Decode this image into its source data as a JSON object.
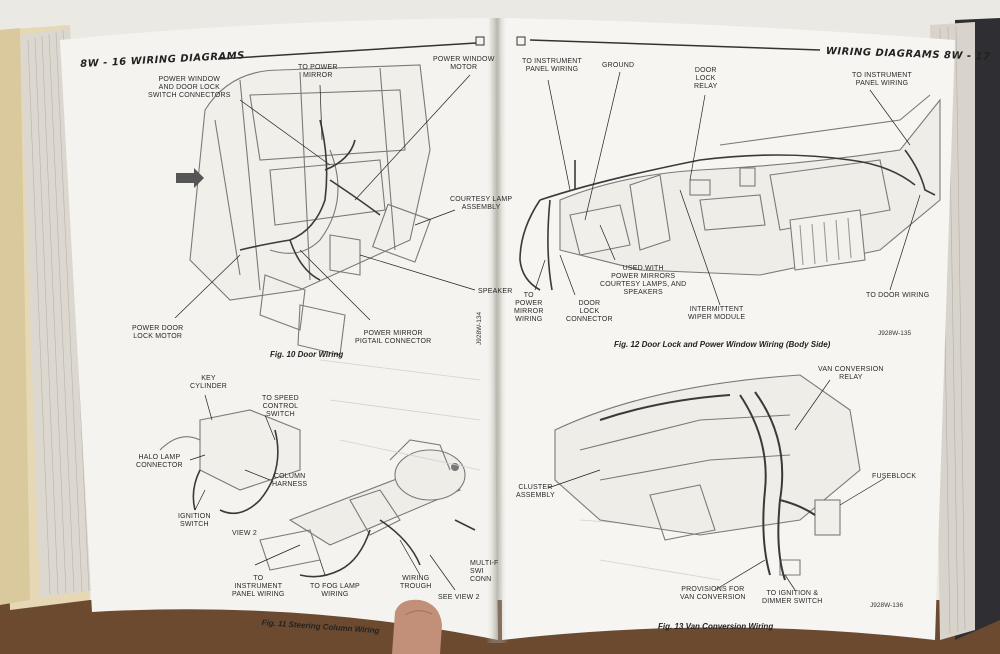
{
  "left_page": {
    "header": "8W - 16    WIRING DIAGRAMS",
    "fig10": {
      "caption": "Fig. 10 Door Wiring",
      "code": "J928W-134",
      "labels": {
        "pw_connectors": "POWER WINDOW\nAND DOOR LOCK\nSWITCH CONNECTORS",
        "to_power_mirror": "TO POWER\nMIRROR",
        "pw_motor": "POWER WINDOW\nMOTOR",
        "courtesy_lamp": "COURTESY LAMP\nASSEMBLY",
        "speaker": "SPEAKER",
        "pdl_motor": "POWER DOOR\nLOCK MOTOR",
        "pm_pigtail": "POWER MIRROR\nPIGTAIL CONNECTOR"
      }
    },
    "fig11": {
      "caption": "Fig. 11 Steering Column Wiring",
      "labels": {
        "key_cylinder": "KEY\nCYLINDER",
        "to_speed": "TO SPEED\nCONTROL\nSWITCH",
        "halo": "HALO LAMP\nCONNECTOR",
        "column_harness": "COLUMN\nHARNESS",
        "ignition": "IGNITION\nSWITCH",
        "view2": "VIEW 2",
        "to_ipw": "TO\nINSTRUMENT\nPANEL WIRING",
        "to_fog": "TO FOG LAMP\nWIRING",
        "trough": "WIRING\nTROUGH",
        "see_view2": "SEE VIEW 2",
        "multi": "MULTI-F\nSWI\nCONN"
      }
    }
  },
  "right_page": {
    "header": "WIRING DIAGRAMS    8W - 17",
    "fig12": {
      "caption": "Fig. 12 Door Lock and Power Window Wiring (Body Side)",
      "code": "J928W-135",
      "labels": {
        "to_ipw_top": "TO INSTRUMENT\nPANEL WIRING",
        "ground": "GROUND",
        "door_lock_relay": "DOOR\nLOCK\nRELAY",
        "to_ipw_right": "TO INSTRUMENT\nPANEL WIRING",
        "used_with": "USED WITH\nPOWER MIRRORS\nCOURTESY LAMPS, AND\nSPEAKERS",
        "to_pmw": "TO\nPOWER\nMIRROR\nWIRING",
        "dl_connector": "DOOR\nLOCK\nCONNECTOR",
        "intermittent": "INTERMITTENT\nWIPER MODULE",
        "to_door": "TO DOOR WIRING"
      }
    },
    "fig13": {
      "caption": "Fig. 13 Van Conversion Wiring",
      "code": "J928W-136",
      "labels": {
        "vc_relay": "VAN CONVERSION\nRELAY",
        "cluster": "CLUSTER\nASSEMBLY",
        "fuseblock": "FUSEBLOCK",
        "provisions": "PROVISIONS FOR\nVAN CONVERSION",
        "to_ignition": "TO IGNITION &\nDIMMER SWITCH"
      }
    }
  }
}
